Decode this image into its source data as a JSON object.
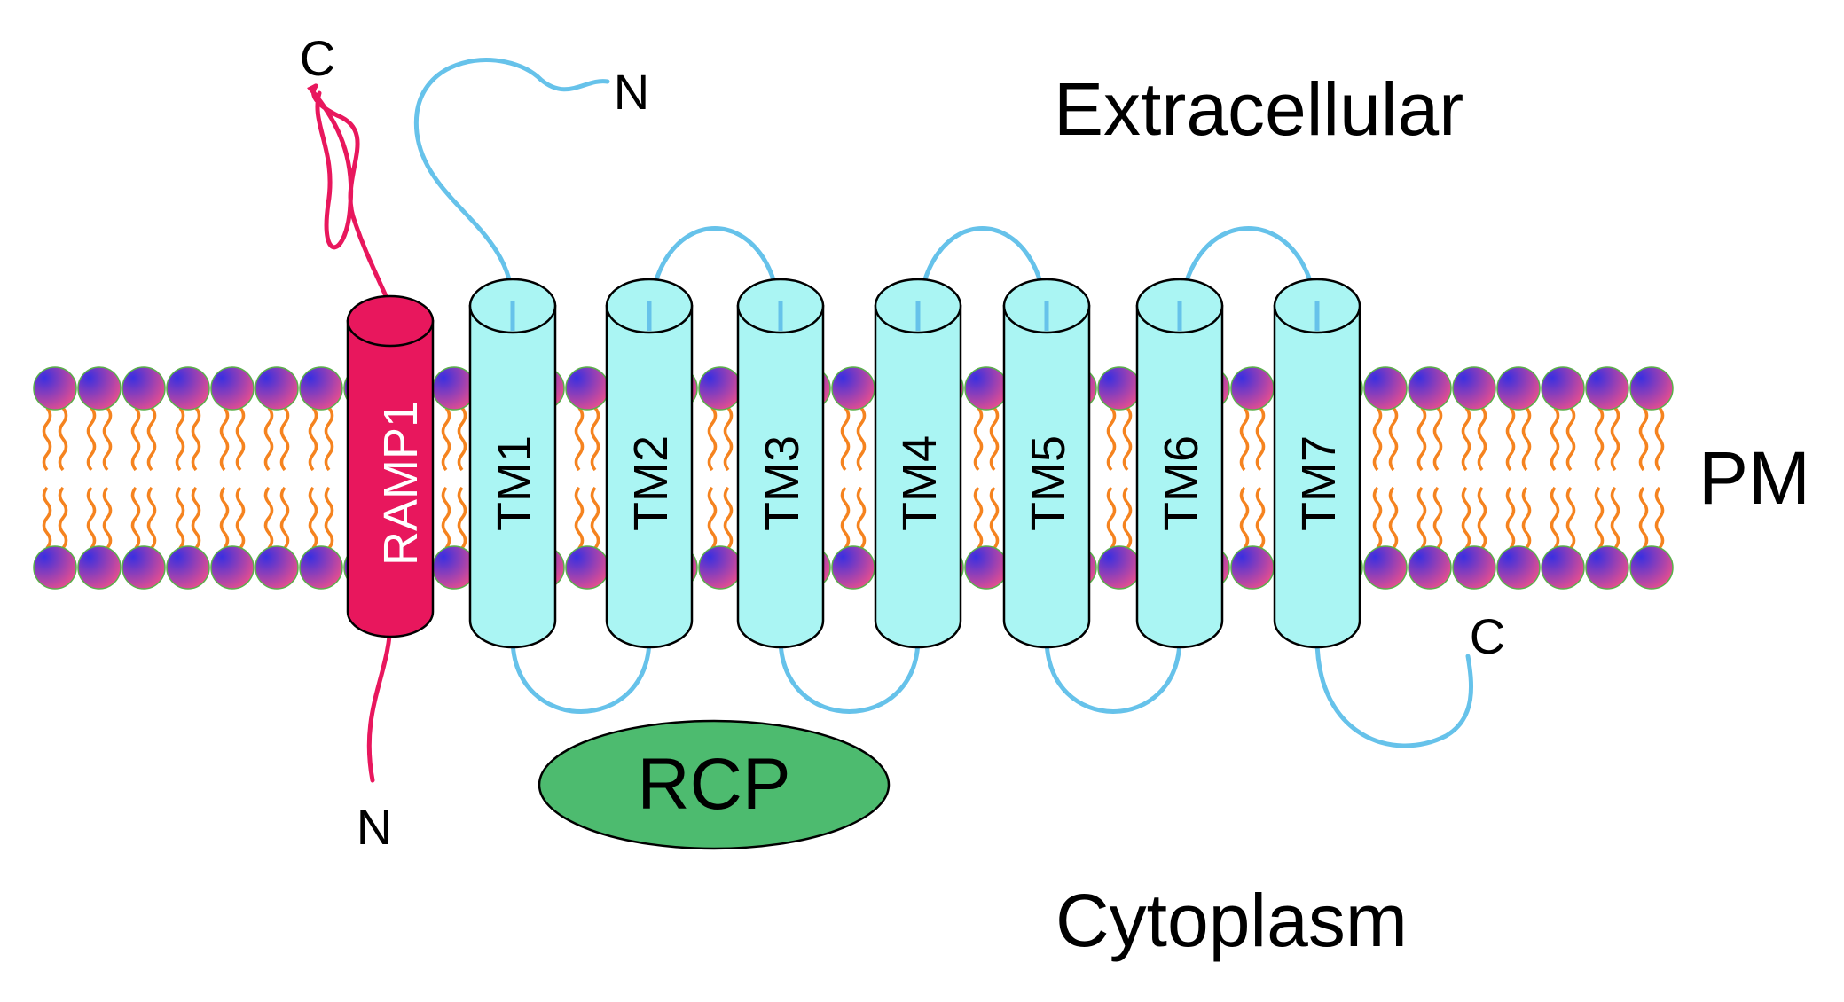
{
  "regions": {
    "extracellular": "Extracellular",
    "cytoplasm": "Cytoplasm",
    "membrane": "PM"
  },
  "ramp1": {
    "label": "RAMP1",
    "c_terminus": "C",
    "n_terminus": "N",
    "color": "#e8175d"
  },
  "receptor": {
    "helices": [
      "TM1",
      "TM2",
      "TM3",
      "TM4",
      "TM5",
      "TM6",
      "TM7"
    ],
    "n_terminus": "N",
    "c_terminus": "C",
    "color": "#aaf5f3",
    "loop_color": "#66c2ea"
  },
  "rcp": {
    "label": "RCP",
    "color": "#4dbb6f"
  },
  "lipid": {
    "head_top_color": "#3a2fe0",
    "head_bottom_color": "#f0508a",
    "tail_color": "#f5831f"
  }
}
